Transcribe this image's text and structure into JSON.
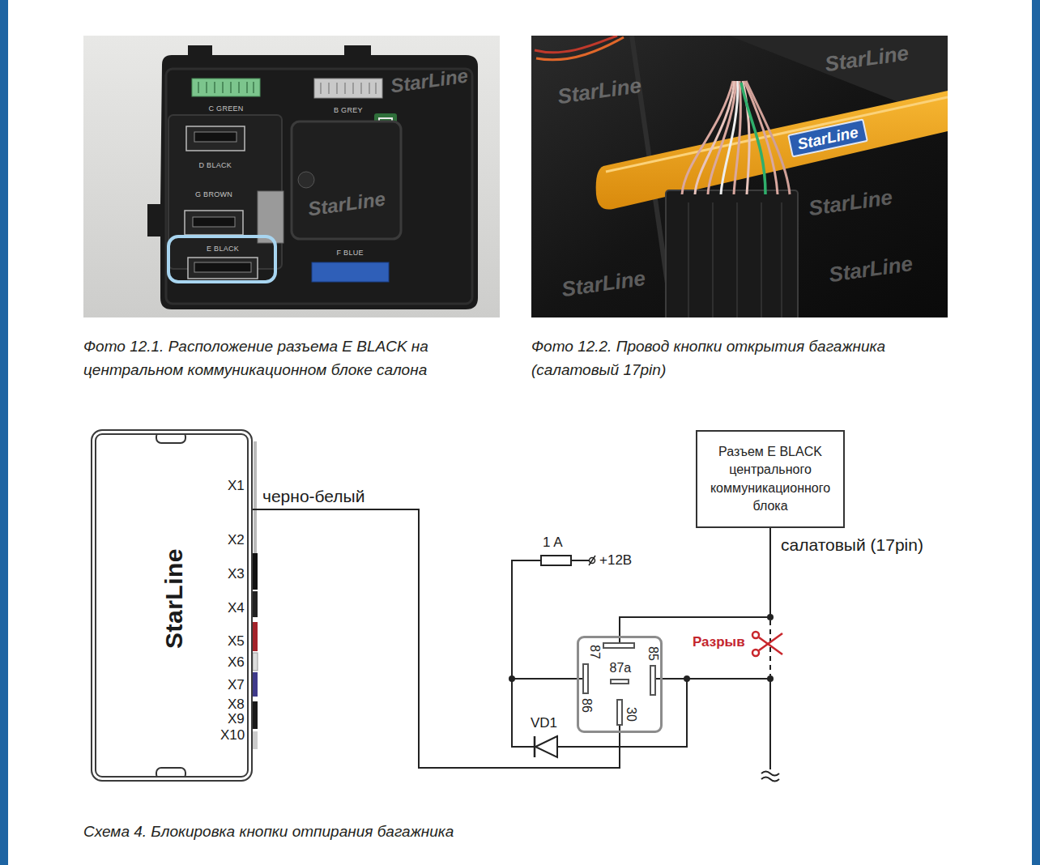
{
  "diagram": {
    "caption": "Схема 4. Блокировка кнопки отпирания багажника",
    "nodes": [
      {
        "text": [
          "StarLine",
          "X1",
          "X2",
          "X3",
          "X4",
          "X5",
          "X6",
          "X7",
          "X8",
          "X9",
          "X10"
        ]
      },
      {
        "text": [
          "Разъем E BLACK центрального коммуникационного блока"
        ]
      },
      {
        "text": [
          "87",
          "85",
          "87a",
          "86",
          "30"
        ]
      }
    ],
    "edges": [
      {
        "from": 0,
        "to": 2,
        "arrow": "none",
        "label": "черно-белый"
      },
      {
        "from": 1,
        "to": 2,
        "arrow": "none",
        "label": "салатовый (17pin)"
      }
    ],
    "labels": [
      "Фото 12.1. Расположение разъема E BLACK на центральном коммуникационном блоке салона",
      "Фото 12.2. Провод кнопки открытия багажника (салатовый 17pin)",
      "C GREEN",
      "B GREY",
      "D BLACK",
      "G BROWN",
      "E BLACK",
      "F BLUE",
      "StarLine",
      "StarLine",
      "StarLine",
      "StarLine",
      "StarLine",
      "StarLine",
      "StarLine",
      "StarLine",
      "1 A",
      "+12В",
      "VD1",
      "Разрыв"
    ]
  }
}
